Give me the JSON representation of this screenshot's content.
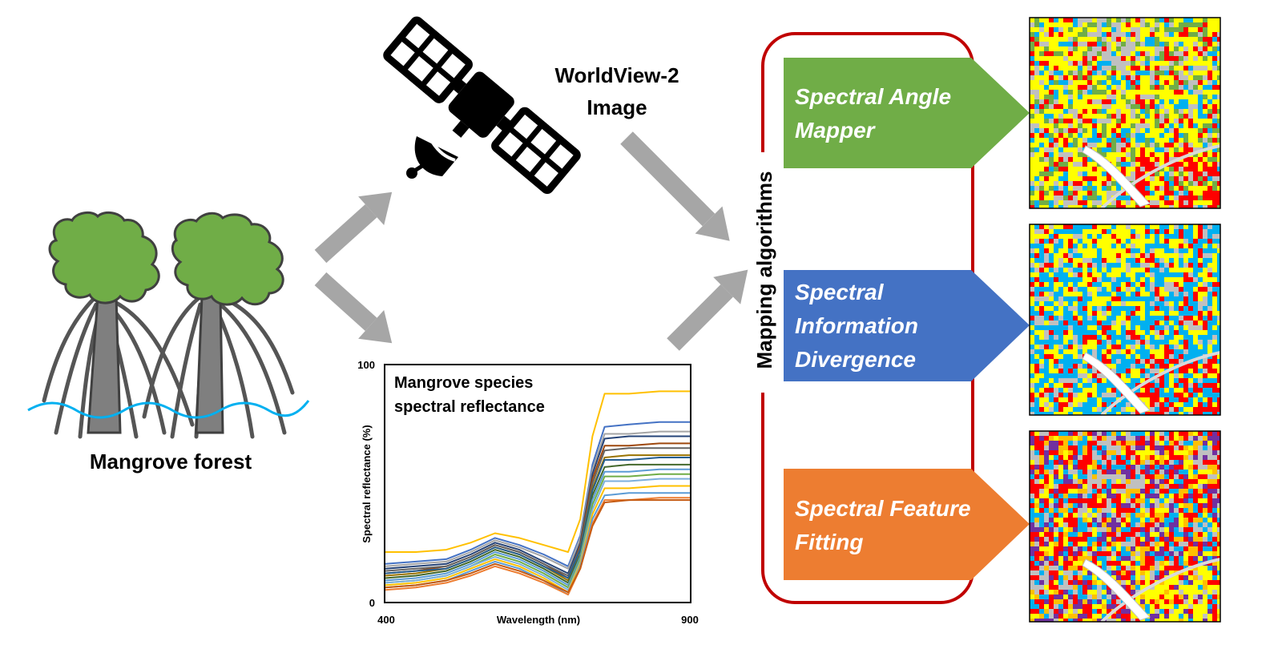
{
  "forest": {
    "label": "Mangrove forest"
  },
  "satellite": {
    "line1": "WorldView-2",
    "line2": "Image"
  },
  "bracket": {
    "label": "Mapping algorithms",
    "color": "#c00000"
  },
  "algorithms": [
    {
      "line1": "Spectral Angle",
      "line2": "Mapper",
      "line3": "",
      "color": "#70ad47"
    },
    {
      "line1": "Spectral",
      "line2": "Information",
      "line3": "Divergence",
      "color": "#4472c4"
    },
    {
      "line1": "Spectral Feature",
      "line2": "Fitting",
      "line3": "",
      "color": "#ed7d31"
    }
  ],
  "maps": [
    {
      "palette": [
        "#ffff00",
        "#ffff00",
        "#ffff00",
        "#00b0f0",
        "#c0c0c0",
        "#ff0000",
        "#70ad47"
      ]
    },
    {
      "palette": [
        "#00b0f0",
        "#00b0f0",
        "#00b0f0",
        "#ffff00",
        "#ffff00",
        "#ff0000",
        "#c0c0c0"
      ]
    },
    {
      "palette": [
        "#ff0000",
        "#ffc000",
        "#7030a0",
        "#00b0f0",
        "#c0c0c0",
        "#ffff00",
        "#ff0000"
      ]
    }
  ],
  "chart_data": {
    "type": "line",
    "title": "Mangrove species\nspectral reflectance",
    "title_line1": "Mangrove species",
    "title_line2": "spectral reflectance",
    "xlabel": "Wavelength (nm)",
    "ylabel": "Spectral reflectance (%)",
    "xlim": [
      400,
      900
    ],
    "ylim": [
      0,
      100
    ],
    "x_ticks": [
      "400",
      "900"
    ],
    "y_ticks": [
      "0",
      "100"
    ],
    "x": [
      400,
      450,
      500,
      540,
      580,
      620,
      660,
      700,
      720,
      740,
      760,
      800,
      850,
      900
    ],
    "series": [
      {
        "color": "#ffc000",
        "values": [
          21,
          21,
          22,
          25,
          29,
          27,
          24,
          21,
          35,
          70,
          88,
          88,
          89,
          89
        ]
      },
      {
        "color": "#4472c4",
        "values": [
          16,
          17,
          18,
          22,
          27,
          24,
          20,
          15,
          28,
          58,
          74,
          75,
          76,
          76
        ]
      },
      {
        "color": "#a5a5a5",
        "values": [
          15,
          16,
          17,
          21,
          26,
          23,
          19,
          14,
          27,
          56,
          71,
          71,
          72,
          72
        ]
      },
      {
        "color": "#264478",
        "values": [
          14,
          15,
          16,
          20,
          25,
          22,
          17,
          12,
          25,
          54,
          69,
          70,
          70,
          70
        ]
      },
      {
        "color": "#9e480e",
        "values": [
          12,
          13,
          15,
          19,
          24,
          21,
          16,
          10,
          24,
          52,
          66,
          66,
          67,
          67
        ]
      },
      {
        "color": "#636363",
        "values": [
          13,
          14,
          15,
          19,
          24,
          21,
          16,
          11,
          23,
          50,
          64,
          65,
          65,
          65
        ]
      },
      {
        "color": "#997300",
        "values": [
          11,
          12,
          14,
          18,
          23,
          20,
          15,
          9,
          22,
          48,
          61,
          62,
          62,
          62
        ]
      },
      {
        "color": "#255e91",
        "values": [
          12,
          13,
          14,
          18,
          23,
          20,
          15,
          10,
          22,
          47,
          60,
          60,
          61,
          61
        ]
      },
      {
        "color": "#43682b",
        "values": [
          10,
          11,
          13,
          17,
          22,
          19,
          14,
          8,
          20,
          45,
          57,
          58,
          58,
          58
        ]
      },
      {
        "color": "#5b9bd5",
        "values": [
          9,
          10,
          12,
          16,
          21,
          18,
          13,
          7,
          19,
          43,
          55,
          55,
          56,
          56
        ]
      },
      {
        "color": "#70ad47",
        "values": [
          8,
          9,
          11,
          15,
          20,
          17,
          12,
          6,
          18,
          41,
          53,
          53,
          54,
          54
        ]
      },
      {
        "color": "#7cafdd",
        "values": [
          8,
          9,
          11,
          15,
          19,
          16,
          11,
          5,
          17,
          39,
          51,
          51,
          52,
          52
        ]
      },
      {
        "color": "#ffc000",
        "values": [
          7,
          8,
          10,
          14,
          18,
          15,
          10,
          4,
          16,
          37,
          48,
          48,
          49,
          49
        ]
      },
      {
        "color": "#5b9bd5",
        "values": [
          6,
          7,
          9,
          13,
          17,
          14,
          9,
          3,
          15,
          35,
          45,
          46,
          46,
          46
        ]
      },
      {
        "color": "#ed7d31",
        "values": [
          5,
          6,
          8,
          11,
          15,
          12,
          8,
          3,
          14,
          33,
          43,
          43,
          44,
          44
        ]
      },
      {
        "color": "#c55a11",
        "values": [
          6,
          7,
          9,
          12,
          16,
          13,
          9,
          4,
          14,
          32,
          42,
          43,
          43,
          43
        ]
      }
    ]
  }
}
